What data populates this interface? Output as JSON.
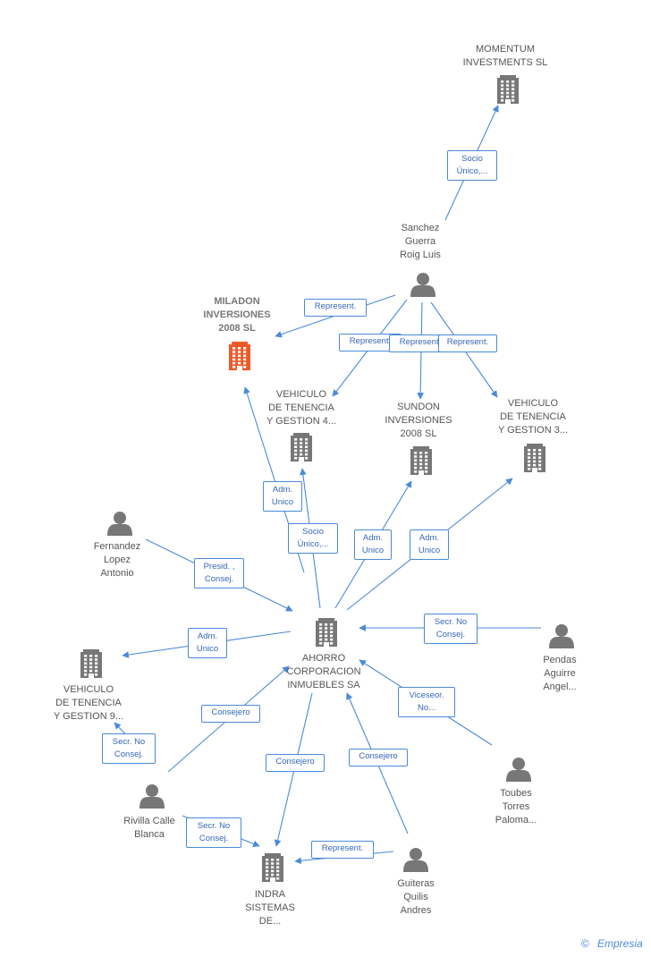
{
  "colors": {
    "edge": "#4a8ad8",
    "icon": "#777777",
    "highlight": "#f05a28"
  },
  "nodes": [
    {
      "id": "momentum",
      "type": "company",
      "label": "MOMENTUM\nINVESTMENTS SL"
    },
    {
      "id": "sanchez",
      "type": "person",
      "label": "Sanchez\nGuerra\nRoig Luis"
    },
    {
      "id": "miladon",
      "type": "company-highlight",
      "label": "MILADON\nINVERSIONES\n2008 SL"
    },
    {
      "id": "vehiculo4",
      "type": "company",
      "label": "VEHICULO\nDE TENENCIA\nY GESTION 4..."
    },
    {
      "id": "sundon",
      "type": "company",
      "label": "SUNDON\nINVERSIONES\n2008 SL"
    },
    {
      "id": "vehiculo3",
      "type": "company",
      "label": "VEHICULO\nDE TENENCIA\nY GESTION 3..."
    },
    {
      "id": "fernandez",
      "type": "person",
      "label": "Fernandez\nLopez\nAntonio"
    },
    {
      "id": "ahorro",
      "type": "company",
      "label": "AHORRO\nCORPORACION\nINMUEBLES SA"
    },
    {
      "id": "pendas",
      "type": "person",
      "label": "Pendas\nAguirre\nAngel..."
    },
    {
      "id": "vehiculo9",
      "type": "company",
      "label": "VEHICULO\nDE TENENCIA\nY GESTION 9..."
    },
    {
      "id": "toubes",
      "type": "person",
      "label": "Toubes\nTorres\nPaloma..."
    },
    {
      "id": "rivilla",
      "type": "person",
      "label": "Rivilla Calle\nBlanca"
    },
    {
      "id": "guiteras",
      "type": "person",
      "label": "Guiteras\nQuilis\nAndres"
    },
    {
      "id": "indra",
      "type": "company",
      "label": "INDRA\nSISTEMAS\nDE..."
    }
  ],
  "edges": [
    {
      "id": "e1",
      "label": "Socio\nÚnico,..."
    },
    {
      "id": "e2",
      "label": "Represent."
    },
    {
      "id": "e3",
      "label": "Represent."
    },
    {
      "id": "e4",
      "label": "Represent."
    },
    {
      "id": "e5",
      "label": "Represent."
    },
    {
      "id": "e6",
      "label": "Adm.\nUnico"
    },
    {
      "id": "e7",
      "label": "Socio\nÚnico,..."
    },
    {
      "id": "e8",
      "label": "Adm.\nUnico"
    },
    {
      "id": "e9",
      "label": "Adm.\nUnico"
    },
    {
      "id": "e10",
      "label": "Presid. ,\nConsej."
    },
    {
      "id": "e11",
      "label": "Secr.  No\nConsej."
    },
    {
      "id": "e12",
      "label": "Adm.\nUnico"
    },
    {
      "id": "e13",
      "label": "Viceseor.\nNo..."
    },
    {
      "id": "e14",
      "label": "Consejero"
    },
    {
      "id": "e15",
      "label": "Secr.  No\nConsej."
    },
    {
      "id": "e16",
      "label": "Consejero"
    },
    {
      "id": "e17",
      "label": "Consejero"
    },
    {
      "id": "e18",
      "label": "Secr.  No\nConsej."
    },
    {
      "id": "e19",
      "label": "Represent."
    }
  ],
  "footer": {
    "copyright": "©",
    "brand": "Empresia"
  }
}
